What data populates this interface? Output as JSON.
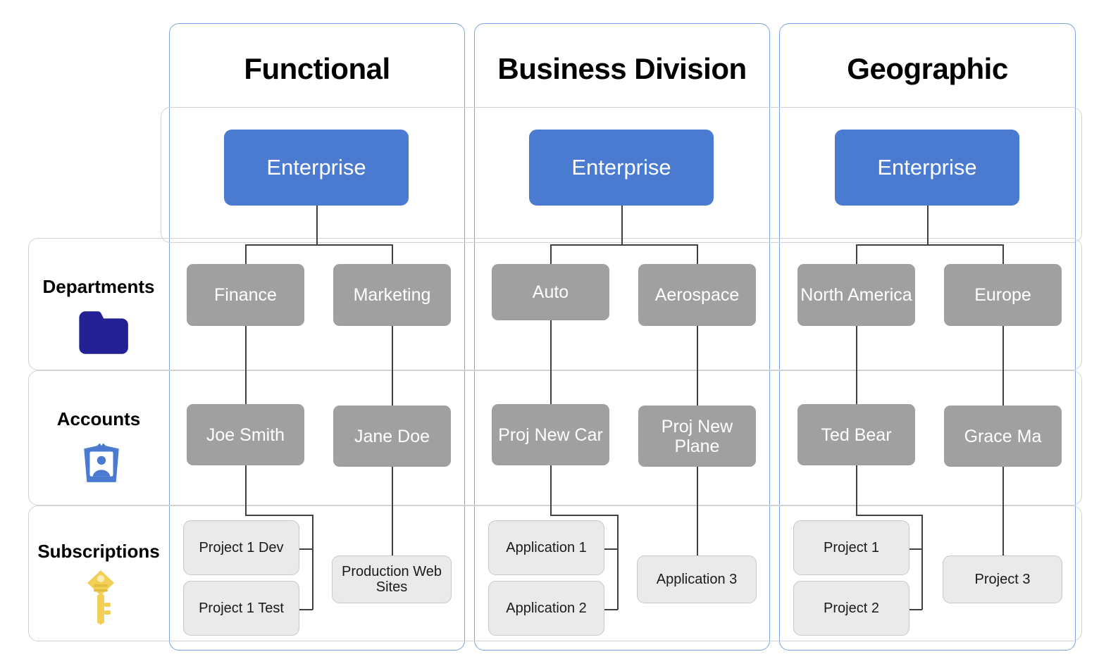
{
  "columns": [
    {
      "title": "Functional"
    },
    {
      "title": "Business Division"
    },
    {
      "title": "Geographic"
    }
  ],
  "rows": [
    {
      "label": "",
      "icon": ""
    },
    {
      "label": "Departments",
      "icon": "folder-icon"
    },
    {
      "label": "Accounts",
      "icon": "id-badge-icon"
    },
    {
      "label": "Subscriptions",
      "icon": "key-icon"
    }
  ],
  "nodes": {
    "enterprise": [
      "Enterprise",
      "Enterprise",
      "Enterprise"
    ],
    "departments": {
      "functional": [
        "Finance",
        "Marketing"
      ],
      "business_division": [
        "Auto",
        "Aerospace"
      ],
      "geographic": [
        "North America",
        "Europe"
      ]
    },
    "accounts": {
      "functional": [
        "Joe Smith",
        "Jane Doe"
      ],
      "business_division": [
        "Proj New Car",
        "Proj New Plane"
      ],
      "geographic": [
        "Ted Bear",
        "Grace Ma"
      ]
    },
    "subscriptions": {
      "functional": [
        "Project 1 Dev",
        "Project 1 Test",
        "Production Web Sites"
      ],
      "business_division": [
        "Application 1",
        "Application 2",
        "Application 3"
      ],
      "geographic": [
        "Project 1",
        "Project 2",
        "Project 3"
      ]
    }
  },
  "colors": {
    "enterprise_blue": "#4A7BD0",
    "node_gray": "#A0A0A0",
    "node_light": "#EAEAEA",
    "column_border": "#7BA3E0",
    "row_border": "#D2D2D2",
    "connector": "#404040",
    "folder_icon": "#232094",
    "badge_icon": "#4A7BD0",
    "key_icon": "#F2D057"
  }
}
